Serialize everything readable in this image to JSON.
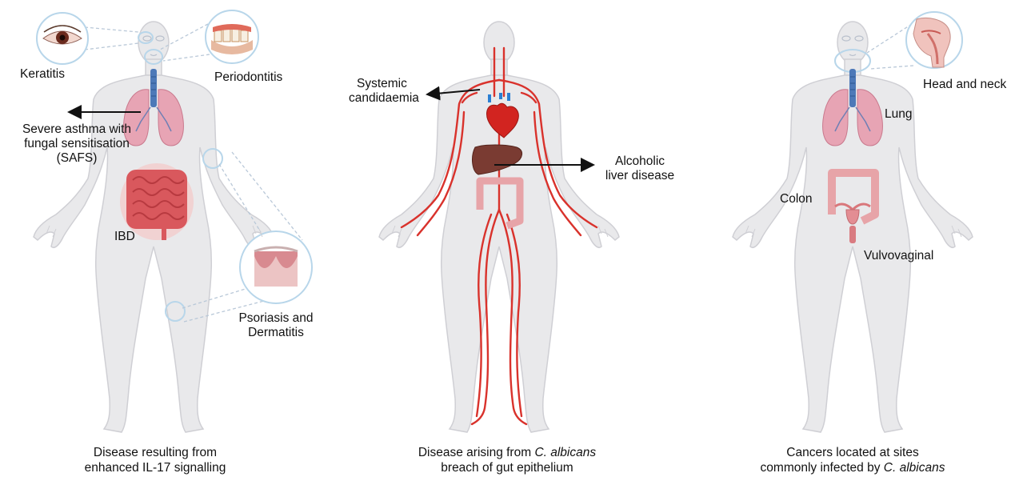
{
  "panels": [
    {
      "caption_line1": "Disease resulting from",
      "caption_line2": "enhanced IL-17 signalling",
      "labels": {
        "keratitis": "Keratitis",
        "periodontitis": "Periodontitis",
        "safs_line1": "Severe asthma with",
        "safs_line2": "fungal sensitisation",
        "safs_line3": "(SAFS)",
        "ibd": "IBD",
        "psoriasis_line1": "Psoriasis and",
        "psoriasis_line2": "Dermatitis"
      }
    },
    {
      "caption_line1_pre": "Disease arising from ",
      "caption_line1_em": "C. albicans",
      "caption_line2": "breach of gut epithelium",
      "labels": {
        "systemic_line1": "Systemic",
        "systemic_line2": "candidaemia",
        "alcoholic_line1": "Alcoholic",
        "alcoholic_line2": "liver disease"
      }
    },
    {
      "caption_line1": "Cancers located at sites",
      "caption_line2_pre": "commonly infected by ",
      "caption_line2_em": "C. albicans",
      "labels": {
        "head_neck": "Head and neck",
        "lung": "Lung",
        "colon": "Colon",
        "vulvovaginal": "Vulvovaginal"
      }
    }
  ],
  "colors": {
    "body_fill": "#e9e9eb",
    "body_stroke": "#cfcfd4",
    "lung": "#e7a4b4",
    "intestine": "#d9585d",
    "vessel": "#d9322c",
    "liver": "#7a3b32",
    "trachea": "#4d79b8",
    "callout": "#b8d6ea"
  }
}
